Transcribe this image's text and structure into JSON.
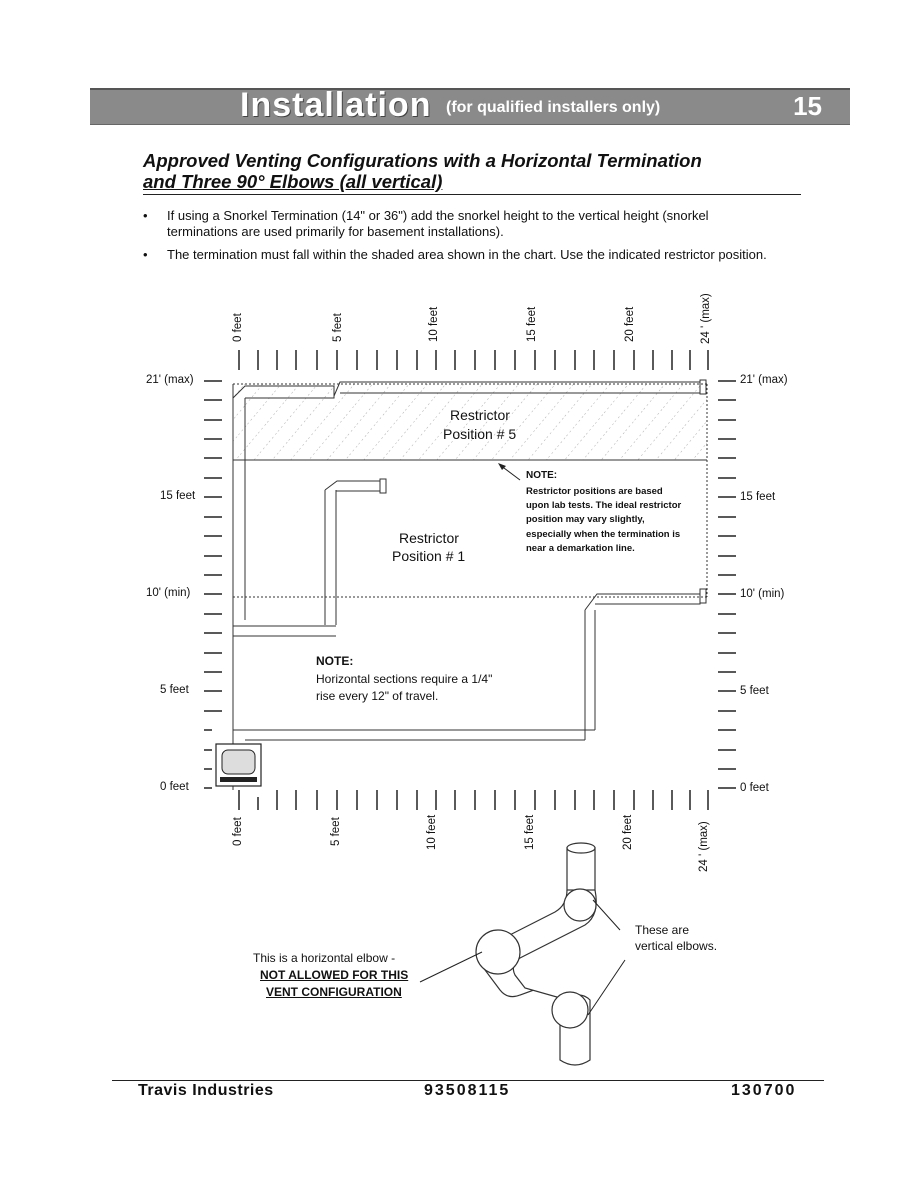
{
  "header": {
    "title": "Installation",
    "subtitle": "(for qualified installers only)",
    "page_number": "15"
  },
  "section": {
    "title_line1": "Approved Venting Configurations with a Horizontal Termination",
    "title_line2": "and Three 90° Elbows (all vertical)"
  },
  "bullets": [
    "If using a Snorkel Termination (14\" or 36\") add the snorkel height to the vertical height (snorkel terminations are used primarily for basement installations).",
    "The termination must fall within the shaded area shown in the chart.  Use the indicated restrictor position."
  ],
  "chart": {
    "x_ticks": [
      "0 feet",
      "5 feet",
      "10 feet",
      "15 feet",
      "20 feet",
      "24 ' (max)"
    ],
    "left_labels": [
      "21' (max)",
      "15 feet",
      "10' (min)",
      "5 feet",
      "0 feet"
    ],
    "right_labels": [
      "21' (max)",
      "15 feet",
      "10' (min)",
      "5 feet",
      "0 feet"
    ],
    "restrictor5": [
      "Restrictor",
      "Position # 5"
    ],
    "restrictor1": [
      "Restrictor",
      "Position # 1"
    ],
    "note1_title": "NOTE:",
    "note1_lines": [
      "Restrictor positions are based",
      "upon lab tests.  The ideal restrictor",
      "position may vary slightly,",
      "especially when the termination is",
      "near a demarkation line."
    ],
    "note2_title": "NOTE:",
    "note2_lines": [
      "Horizontal sections require a 1/4\"",
      "rise every 12\" of travel."
    ]
  },
  "elbow": {
    "vertical_label": [
      "These are",
      "vertical elbows."
    ],
    "horizontal_label": "This is a horizontal elbow -",
    "not_allowed": [
      "NOT ALLOWED FOR THIS",
      "VENT CONFIGURATION"
    ]
  },
  "footer": {
    "company": "Travis Industries",
    "part_number": "93508115",
    "date_code": "130700"
  }
}
